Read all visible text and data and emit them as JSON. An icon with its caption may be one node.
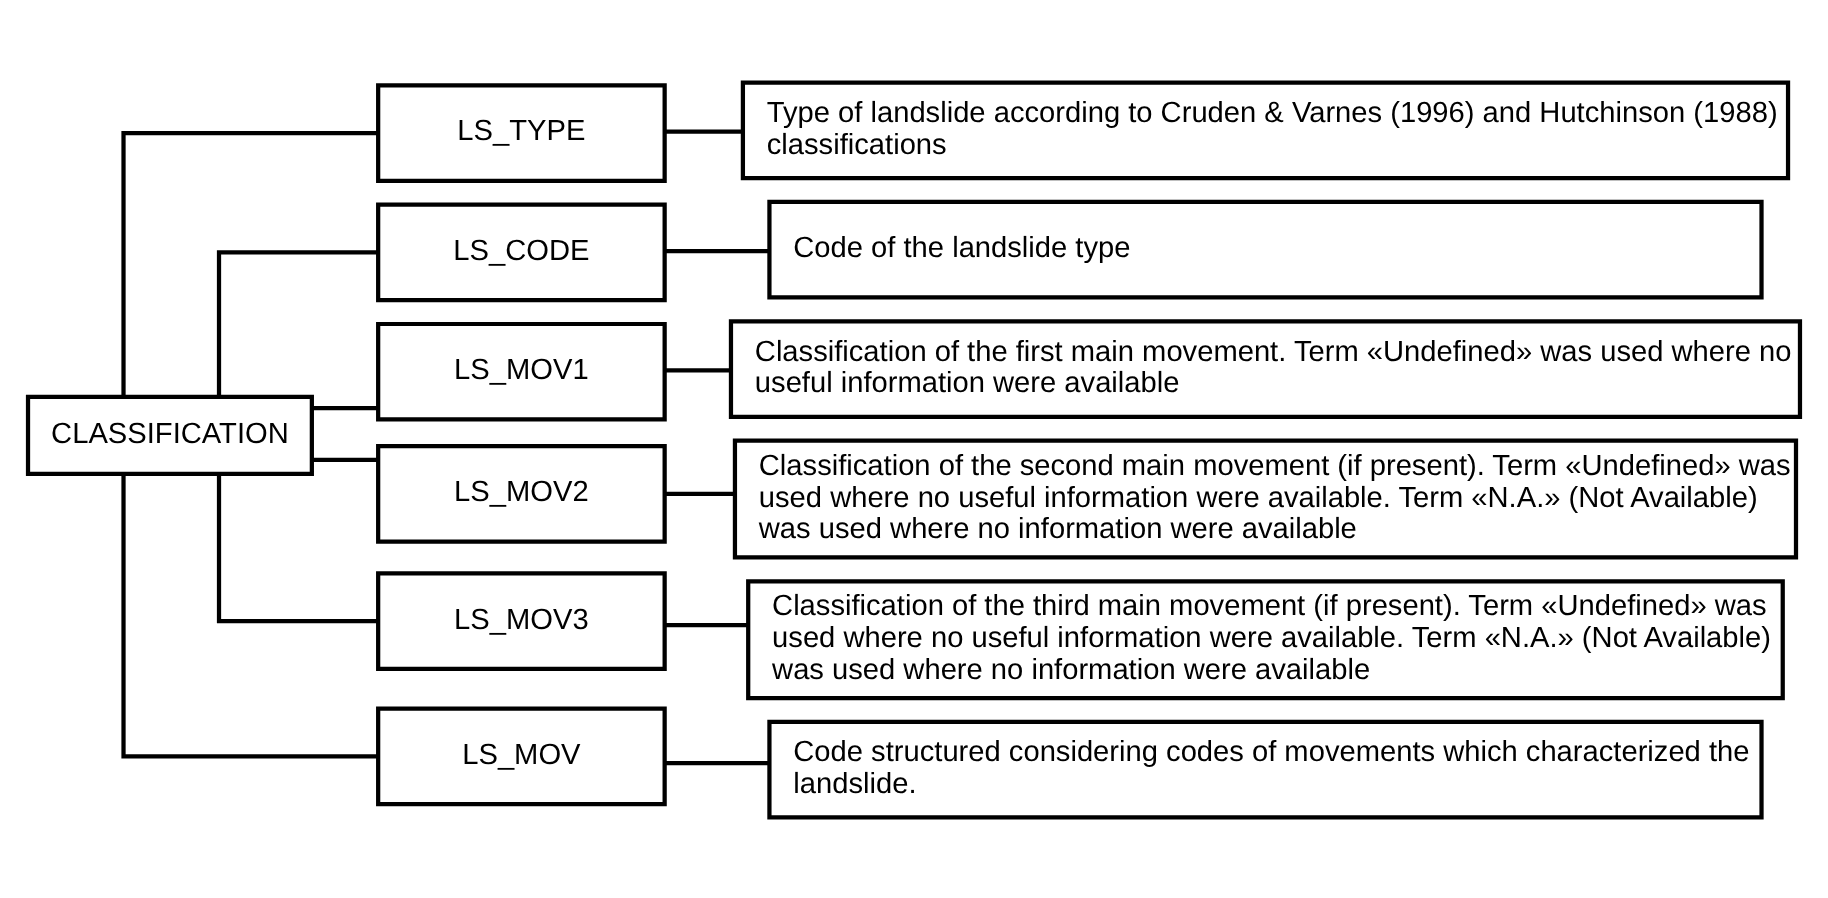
{
  "diagram": {
    "nodes": [
      {
        "text": [
          "CLASSIFICATION"
        ]
      },
      {
        "text": [
          "LS_TYPE"
        ]
      },
      {
        "text": [
          "Type of landslide according to Cruden & Varnes (1996) and Hutchinson (1988) classifications"
        ]
      },
      {
        "text": [
          "LS_CODE"
        ]
      },
      {
        "text": [
          "Code of the landslide type"
        ]
      },
      {
        "text": [
          "LS_MOV1"
        ]
      },
      {
        "text": [
          "Classification of the first main movement. Term «Undefined» was used where no useful information were available"
        ]
      },
      {
        "text": [
          "LS_MOV2"
        ]
      },
      {
        "text": [
          "Classification of the second main movement (if present). Term «Undefined» was used where no useful information were available. Term «N.A.» (Not Available) was used where no information were available"
        ]
      },
      {
        "text": [
          "LS_MOV3"
        ]
      },
      {
        "text": [
          "Classification of the third main movement (if present). Term «Undefined» was used where no useful information were available. Term «N.A.» (Not Available) was used where no information were available"
        ]
      },
      {
        "text": [
          "LS_MOV"
        ]
      },
      {
        "text": [
          "Code structured considering codes of movements which characterized the landslide."
        ]
      }
    ],
    "edges": [
      {
        "from": 0,
        "to": 1,
        "arrow": "none"
      },
      {
        "from": 0,
        "to": 3,
        "arrow": "none"
      },
      {
        "from": 0,
        "to": 5,
        "arrow": "none"
      },
      {
        "from": 0,
        "to": 7,
        "arrow": "none"
      },
      {
        "from": 0,
        "to": 9,
        "arrow": "none"
      },
      {
        "from": 0,
        "to": 11,
        "arrow": "none"
      },
      {
        "from": 1,
        "to": 2,
        "arrow": "none"
      },
      {
        "from": 3,
        "to": 4,
        "arrow": "none"
      },
      {
        "from": 5,
        "to": 6,
        "arrow": "none"
      },
      {
        "from": 7,
        "to": 8,
        "arrow": "none"
      },
      {
        "from": 9,
        "to": 10,
        "arrow": "none"
      },
      {
        "from": 11,
        "to": 12,
        "arrow": "none"
      }
    ]
  }
}
